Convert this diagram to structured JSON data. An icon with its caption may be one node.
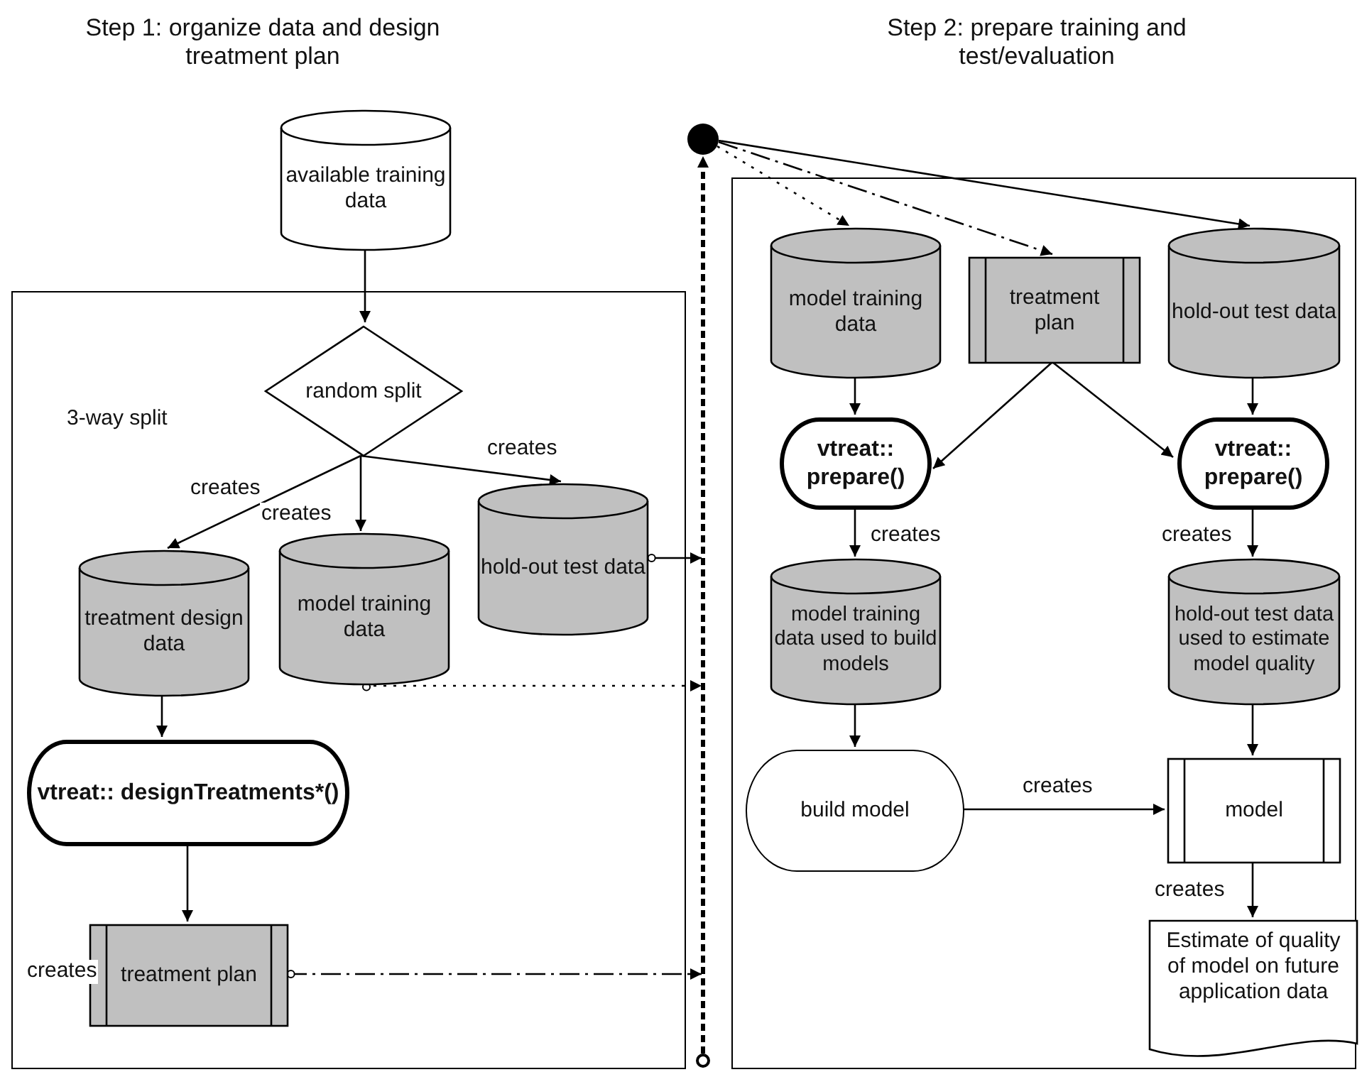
{
  "diagram": {
    "nodes": [
      {
        "text": [
          "available training data"
        ]
      },
      {
        "text": [],
        "shape": "box"
      },
      {
        "text": [
          "random split"
        ],
        "in": 1
      },
      {
        "text": [
          "treatment design data"
        ],
        "in": 1
      },
      {
        "text": [
          "model training data"
        ],
        "in": 1
      },
      {
        "text": [
          "hold-out test data"
        ],
        "in": 1
      },
      {
        "text": [
          "vtreat:: designTreatments*()"
        ],
        "in": 1
      },
      {
        "text": [
          "treatment plan"
        ],
        "in": 1
      },
      {
        "text": [],
        "shape": "circle"
      },
      {
        "text": [],
        "shape": "box"
      },
      {
        "text": [
          "model training data"
        ],
        "in": 9
      },
      {
        "text": [
          "treatment plan"
        ],
        "in": 9
      },
      {
        "text": [
          "hold-out test data"
        ],
        "in": 9
      },
      {
        "text": [
          "vtreat:: prepare()"
        ],
        "in": 9
      },
      {
        "text": [
          "vtreat:: prepare()"
        ],
        "in": 9
      },
      {
        "text": [
          "model training data used to build models"
        ],
        "in": 9
      },
      {
        "text": [
          "hold-out test data used to estimate model quality"
        ],
        "in": 9
      },
      {
        "text": [
          "build model"
        ],
        "in": 9
      },
      {
        "text": [
          "model"
        ],
        "in": 9
      },
      {
        "text": [
          "Estimate of quality of model on future application data"
        ],
        "in": 9
      },
      {
        "text": [],
        "shape": "circle"
      }
    ],
    "edges": [
      {
        "from": 0,
        "to": 2,
        "arrow": "to"
      },
      {
        "from": 2,
        "to": 3,
        "arrow": "to",
        "label": "creates"
      },
      {
        "from": 2,
        "to": 4,
        "arrow": "to",
        "label": "creates"
      },
      {
        "from": 2,
        "to": 5,
        "arrow": "to",
        "label": "creates"
      },
      {
        "from": 3,
        "to": 6,
        "arrow": "to"
      },
      {
        "from": 6,
        "to": 7,
        "arrow": "to",
        "label": "creates"
      },
      {
        "from": 5,
        "to": null,
        "arrow": "to"
      },
      {
        "from": 4,
        "to": null,
        "arrow": "to",
        "style": "dashed"
      },
      {
        "from": 7,
        "to": null,
        "arrow": "to",
        "style": "dashed"
      },
      {
        "from": 20,
        "to": 8,
        "arrow": "to",
        "style": "dashed"
      },
      {
        "from": 8,
        "to": 10,
        "arrow": "to",
        "style": "dashed"
      },
      {
        "from": 8,
        "to": 11,
        "arrow": "to",
        "style": "dashed"
      },
      {
        "from": 8,
        "to": 12,
        "arrow": "to"
      },
      {
        "from": 10,
        "to": 13,
        "arrow": "to"
      },
      {
        "from": 11,
        "to": 13,
        "arrow": "to"
      },
      {
        "from": 11,
        "to": 14,
        "arrow": "to"
      },
      {
        "from": 12,
        "to": 14,
        "arrow": "to"
      },
      {
        "from": 13,
        "to": 15,
        "arrow": "to",
        "label": "creates"
      },
      {
        "from": 14,
        "to": 16,
        "arrow": "to",
        "label": "creates"
      },
      {
        "from": 15,
        "to": 17,
        "arrow": "to"
      },
      {
        "from": 16,
        "to": 18,
        "arrow": "to"
      },
      {
        "from": 17,
        "to": 18,
        "arrow": "to",
        "label": "creates"
      },
      {
        "from": 18,
        "to": 19,
        "arrow": "to",
        "label": "creates"
      }
    ],
    "labels": [
      "Step 1: organize data and design treatment plan",
      "Step 2: prepare training and test/evaluation",
      "3-way split"
    ]
  }
}
